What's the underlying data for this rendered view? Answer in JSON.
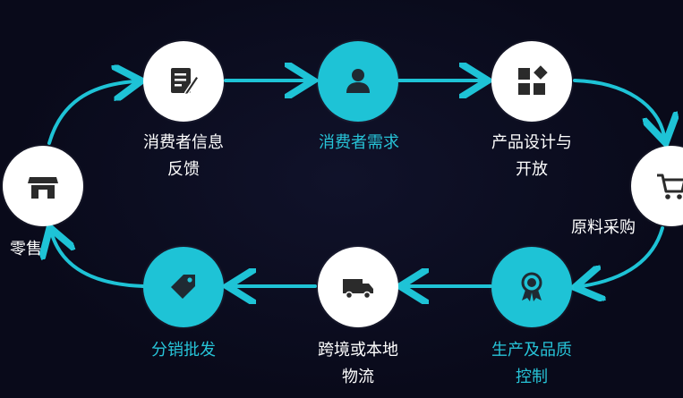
{
  "colors": {
    "background": "#090a1a",
    "accent": "#1ec3d6",
    "node_white": "#ffffff",
    "icon_dark": "#2b2b2b"
  },
  "steps": [
    {
      "id": "feedback",
      "lines": [
        "消费者信息",
        "反馈"
      ],
      "icon": "document-edit-icon",
      "style": "white"
    },
    {
      "id": "demand",
      "lines": [
        "消费者需求"
      ],
      "icon": "user-icon",
      "style": "teal"
    },
    {
      "id": "design",
      "lines": [
        "产品设计与",
        "开放"
      ],
      "icon": "blocks-icon",
      "style": "white"
    },
    {
      "id": "purchase",
      "lines": [
        "原料采购"
      ],
      "icon": "shopping-cart-icon",
      "style": "white"
    },
    {
      "id": "production",
      "lines": [
        "生产及品质",
        "控制"
      ],
      "icon": "award-ribbon-icon",
      "style": "teal"
    },
    {
      "id": "logistics",
      "lines": [
        "跨境或本地",
        "物流"
      ],
      "icon": "truck-icon",
      "style": "white"
    },
    {
      "id": "distribution",
      "lines": [
        "分销批发"
      ],
      "icon": "price-tag-icon",
      "style": "teal"
    },
    {
      "id": "retail",
      "lines": [
        "零售"
      ],
      "icon": "storefront-icon",
      "style": "white"
    }
  ]
}
